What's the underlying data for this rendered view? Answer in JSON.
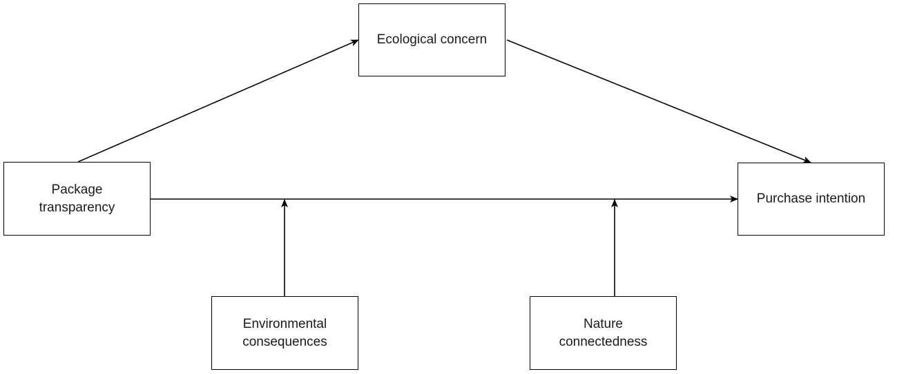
{
  "diagram": {
    "nodes": {
      "package_transparency": {
        "label": "Package\ntransparency"
      },
      "ecological_concern": {
        "label": "Ecological concern"
      },
      "purchase_intention": {
        "label": "Purchase intention"
      },
      "environmental_consequences": {
        "label": "Environmental\nconsequences"
      },
      "nature_connectedness": {
        "label": "Nature\nconnectedness"
      }
    },
    "edges": [
      {
        "from": "package_transparency",
        "to": "ecological_concern"
      },
      {
        "from": "ecological_concern",
        "to": "purchase_intention"
      },
      {
        "from": "package_transparency",
        "to": "purchase_intention"
      },
      {
        "from": "environmental_consequences",
        "to": "package_transparency->purchase_intention"
      },
      {
        "from": "nature_connectedness",
        "to": "package_transparency->purchase_intention"
      }
    ],
    "colors": {
      "line": "#000000",
      "text": "#1a1a1a",
      "background": "#ffffff"
    }
  }
}
